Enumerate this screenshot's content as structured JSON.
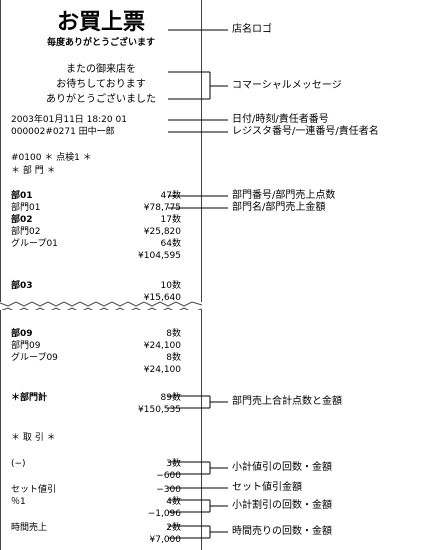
{
  "receipt_top": {
    "title": "お買上票",
    "thanks": "毎度ありがとうございます",
    "message": [
      "またの御来店を",
      "お待ちしております",
      "ありがとうございました"
    ],
    "date_line": "2003年01月11日 18:20  01",
    "register_line": "000002#0271 田中一郎",
    "clerk_line": "#0100 ＊ 点検1 ＊",
    "dept_header": "＊ 部  門      ＊",
    "dept_rows": [
      {
        "label": "部01",
        "value": "47数"
      },
      {
        "label": "部門01",
        "value": "¥78,775"
      },
      {
        "label": "部02",
        "value": "17数"
      },
      {
        "label": "部門02",
        "value": "¥25,820"
      },
      {
        "label": "グループ01",
        "value": "64数"
      },
      {
        "label": "",
        "value": "¥104,595"
      }
    ],
    "dept03": {
      "label": "部03",
      "count": "10数",
      "amount": "¥15,640"
    }
  },
  "receipt_bottom": {
    "dept09": {
      "label": "部09",
      "count": "8数",
      "name": "部門09",
      "amount": "¥24,100",
      "group": "グループ09",
      "group_count": "8数",
      "group_amount": "¥24,100"
    },
    "total": {
      "label": "＊部門計",
      "count": "89数",
      "amount": "¥150,535"
    },
    "trans_header": "＊ 取  引      ＊",
    "minus": {
      "label": "(−)",
      "count": "3数",
      "amount": "−600"
    },
    "set_discount": {
      "label": "セット値引",
      "amount": "−300"
    },
    "pct": {
      "label": "％1",
      "count": "4数",
      "amount": "−1,096"
    },
    "time_sale": {
      "label": "時間売上",
      "count": "2数",
      "amount": "¥7,000"
    }
  },
  "annotations": [
    "店名ロゴ",
    "コマーシャルメッセージ",
    "日付/時刻/責任者番号",
    "レジスタ番号/一連番号/責任者名",
    "部門番号/部門売上点数",
    "部門名/部門売上金額",
    "部門売上合計点数と金額",
    "小計値引の回数・金額",
    "セット値引金額",
    "小計割引の回数・金額",
    "時間売りの回数・金額"
  ]
}
